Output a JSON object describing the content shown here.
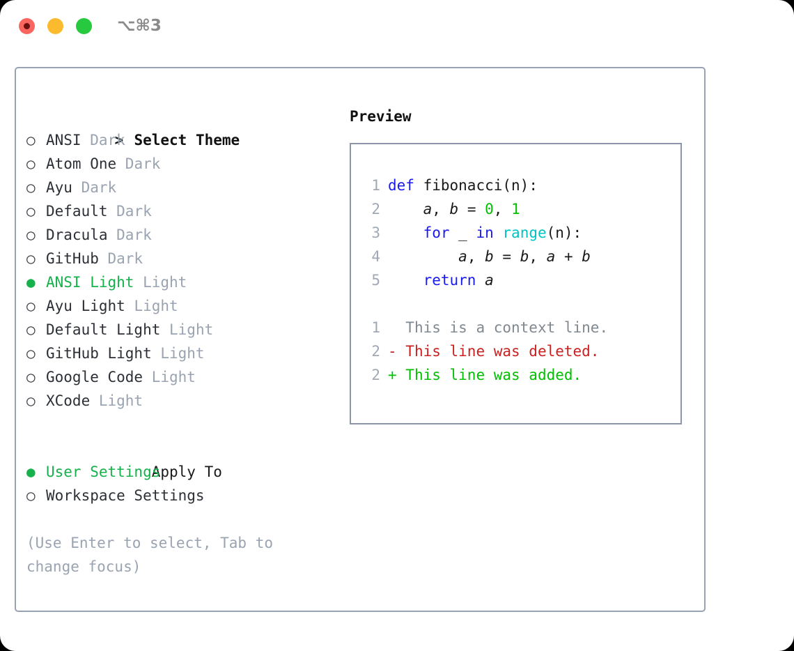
{
  "window": {
    "shortcut": "⌥⌘3",
    "traffic_lights": [
      {
        "name": "close",
        "color": "#f9655f"
      },
      {
        "name": "minimize",
        "color": "#fcbb2e"
      },
      {
        "name": "maximize",
        "color": "#27c93f"
      }
    ]
  },
  "theme_list": {
    "header_caret": ">",
    "header": "Select Theme",
    "items": [
      {
        "bullet": "○",
        "label": "ANSI",
        "tag": "Dark",
        "selected": false
      },
      {
        "bullet": "○",
        "label": "Atom One",
        "tag": "Dark",
        "selected": false
      },
      {
        "bullet": "○",
        "label": "Ayu",
        "tag": "Dark",
        "selected": false
      },
      {
        "bullet": "○",
        "label": "Default",
        "tag": "Dark",
        "selected": false
      },
      {
        "bullet": "○",
        "label": "Dracula",
        "tag": "Dark",
        "selected": false
      },
      {
        "bullet": "○",
        "label": "GitHub",
        "tag": "Dark",
        "selected": false
      },
      {
        "bullet": "●",
        "label": "ANSI Light",
        "tag": "Light",
        "selected": true
      },
      {
        "bullet": "○",
        "label": "Ayu Light",
        "tag": "Light",
        "selected": false
      },
      {
        "bullet": "○",
        "label": "Default Light",
        "tag": "Light",
        "selected": false
      },
      {
        "bullet": "○",
        "label": "GitHub Light",
        "tag": "Light",
        "selected": false
      },
      {
        "bullet": "○",
        "label": "Google Code",
        "tag": "Light",
        "selected": false
      },
      {
        "bullet": "○",
        "label": "XCode",
        "tag": "Light",
        "selected": false
      }
    ]
  },
  "apply_to": {
    "header_caret": ">",
    "header": "Apply To",
    "items": [
      {
        "bullet": "●",
        "label": "User Settings",
        "selected": true
      },
      {
        "bullet": "○",
        "label": "Workspace Settings",
        "selected": false
      }
    ]
  },
  "hint": "(Use Enter to select, Tab to change focus)",
  "preview": {
    "title": "Preview",
    "code_lines": [
      {
        "n": "1",
        "tokens": [
          {
            "t": "def",
            "c": "kw"
          },
          {
            "t": " ",
            "c": "plain"
          },
          {
            "t": "fibonacci",
            "c": "fn"
          },
          {
            "t": "(n):",
            "c": "plain"
          }
        ]
      },
      {
        "n": "2",
        "tokens": [
          {
            "t": "    ",
            "c": "plain"
          },
          {
            "t": "a",
            "c": "ident"
          },
          {
            "t": ", ",
            "c": "plain"
          },
          {
            "t": "b",
            "c": "ident"
          },
          {
            "t": " = ",
            "c": "plain"
          },
          {
            "t": "0",
            "c": "num"
          },
          {
            "t": ", ",
            "c": "plain"
          },
          {
            "t": "1",
            "c": "num"
          }
        ]
      },
      {
        "n": "3",
        "tokens": [
          {
            "t": "    ",
            "c": "plain"
          },
          {
            "t": "for",
            "c": "kw"
          },
          {
            "t": " _ ",
            "c": "plain"
          },
          {
            "t": "in",
            "c": "kw"
          },
          {
            "t": " ",
            "c": "plain"
          },
          {
            "t": "range",
            "c": "builtin"
          },
          {
            "t": "(n):",
            "c": "plain"
          }
        ]
      },
      {
        "n": "4",
        "tokens": [
          {
            "t": "        ",
            "c": "plain"
          },
          {
            "t": "a",
            "c": "ident"
          },
          {
            "t": ", ",
            "c": "plain"
          },
          {
            "t": "b",
            "c": "ident"
          },
          {
            "t": " = ",
            "c": "plain"
          },
          {
            "t": "b",
            "c": "ident"
          },
          {
            "t": ", ",
            "c": "plain"
          },
          {
            "t": "a",
            "c": "ident"
          },
          {
            "t": " + ",
            "c": "plain"
          },
          {
            "t": "b",
            "c": "ident"
          }
        ]
      },
      {
        "n": "5",
        "tokens": [
          {
            "t": "    ",
            "c": "plain"
          },
          {
            "t": "return",
            "c": "kw"
          },
          {
            "t": " ",
            "c": "plain"
          },
          {
            "t": "a",
            "c": "ident"
          }
        ]
      }
    ],
    "diff_lines": [
      {
        "n": "1",
        "marker": " ",
        "text": "This is a context line.",
        "kind": "ctx"
      },
      {
        "n": "2",
        "marker": "-",
        "text": "This line was deleted.",
        "kind": "del"
      },
      {
        "n": "2",
        "marker": "+",
        "text": "This line was added.",
        "kind": "add"
      }
    ]
  },
  "colors": {
    "accent_green": "#16b14b",
    "keyword_blue": "#1a1aee",
    "builtin_cyan": "#00c4c4",
    "number_green": "#00c000",
    "diff_add": "#00c000",
    "diff_del": "#cc2020",
    "muted": "#9aa3b0",
    "border": "#98a2b3"
  }
}
